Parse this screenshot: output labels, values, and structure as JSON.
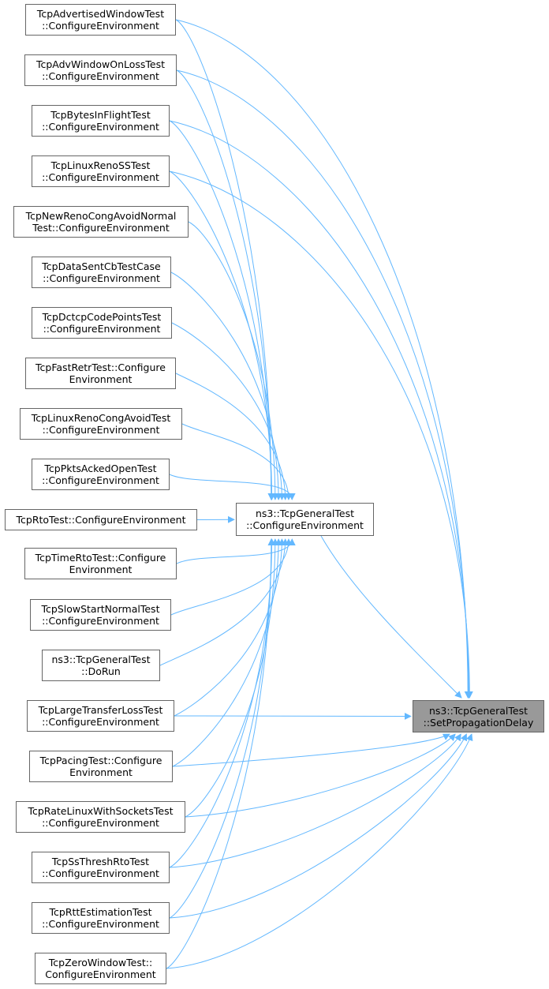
{
  "graph": {
    "target": {
      "id": "target",
      "lines": [
        "ns3::TcpGeneralTest",
        "::SetPropagationDelay"
      ]
    },
    "hub": {
      "id": "hub",
      "lines": [
        "ns3::TcpGeneralTest",
        "::ConfigureEnvironment"
      ]
    },
    "callers": [
      {
        "id": "advwin",
        "lines": [
          "TcpAdvertisedWindowTest",
          "::ConfigureEnvironment"
        ]
      },
      {
        "id": "advloss",
        "lines": [
          "TcpAdvWindowOnLossTest",
          "::ConfigureEnvironment"
        ]
      },
      {
        "id": "bif",
        "lines": [
          "TcpBytesInFlightTest",
          "::ConfigureEnvironment"
        ]
      },
      {
        "id": "lrss",
        "lines": [
          "TcpLinuxRenoSSTest",
          "::ConfigureEnvironment"
        ]
      },
      {
        "id": "nrca",
        "lines": [
          "TcpNewRenoCongAvoidNormal",
          "Test::ConfigureEnvironment"
        ]
      },
      {
        "id": "dsc",
        "lines": [
          "TcpDataSentCbTestCase",
          "::ConfigureEnvironment"
        ]
      },
      {
        "id": "dctcp",
        "lines": [
          "TcpDctcpCodePointsTest",
          "::ConfigureEnvironment"
        ]
      },
      {
        "id": "fastretr",
        "lines": [
          "TcpFastRetrTest::Configure",
          "Environment"
        ]
      },
      {
        "id": "lrca",
        "lines": [
          "TcpLinuxRenoCongAvoidTest",
          "::ConfigureEnvironment"
        ]
      },
      {
        "id": "pkts",
        "lines": [
          "TcpPktsAckedOpenTest",
          "::ConfigureEnvironment"
        ]
      },
      {
        "id": "rto",
        "lines": [
          "TcpRtoTest::ConfigureEnvironment"
        ]
      },
      {
        "id": "timerto",
        "lines": [
          "TcpTimeRtoTest::Configure",
          "Environment"
        ]
      },
      {
        "id": "ssn",
        "lines": [
          "TcpSlowStartNormalTest",
          "::ConfigureEnvironment"
        ]
      },
      {
        "id": "dorun",
        "lines": [
          "ns3::TcpGeneralTest",
          "::DoRun"
        ]
      },
      {
        "id": "ltl",
        "lines": [
          "TcpLargeTransferLossTest",
          "::ConfigureEnvironment"
        ]
      },
      {
        "id": "pacing",
        "lines": [
          "TcpPacingTest::Configure",
          "Environment"
        ]
      },
      {
        "id": "rlws",
        "lines": [
          "TcpRateLinuxWithSocketsTest",
          "::ConfigureEnvironment"
        ]
      },
      {
        "id": "ssthresh",
        "lines": [
          "TcpSsThreshRtoTest",
          "::ConfigureEnvironment"
        ]
      },
      {
        "id": "rtt",
        "lines": [
          "TcpRttEstimationTest",
          "::ConfigureEnvironment"
        ]
      },
      {
        "id": "zw",
        "lines": [
          "TcpZeroWindowTest::",
          "ConfigureEnvironment"
        ]
      }
    ],
    "edges": [
      [
        "advwin",
        "hub"
      ],
      [
        "advloss",
        "hub"
      ],
      [
        "bif",
        "hub"
      ],
      [
        "lrss",
        "hub"
      ],
      [
        "nrca",
        "hub"
      ],
      [
        "dsc",
        "hub"
      ],
      [
        "dctcp",
        "hub"
      ],
      [
        "fastretr",
        "hub"
      ],
      [
        "lrca",
        "hub"
      ],
      [
        "pkts",
        "hub"
      ],
      [
        "rto",
        "hub"
      ],
      [
        "timerto",
        "hub"
      ],
      [
        "ssn",
        "hub"
      ],
      [
        "dorun",
        "hub"
      ],
      [
        "ltl",
        "hub"
      ],
      [
        "pacing",
        "hub"
      ],
      [
        "rlws",
        "hub"
      ],
      [
        "ssthresh",
        "hub"
      ],
      [
        "rtt",
        "hub"
      ],
      [
        "zw",
        "hub"
      ],
      [
        "advwin",
        "target"
      ],
      [
        "advloss",
        "target"
      ],
      [
        "bif",
        "target"
      ],
      [
        "lrss",
        "target"
      ],
      [
        "hub",
        "target"
      ],
      [
        "ltl",
        "target"
      ],
      [
        "pacing",
        "target"
      ],
      [
        "rlws",
        "target"
      ],
      [
        "ssthresh",
        "target"
      ],
      [
        "rtt",
        "target"
      ],
      [
        "zw",
        "target"
      ]
    ],
    "colors": {
      "edge": "#63b8ff",
      "border": "#666666",
      "target_fill": "#999999",
      "node_fill": "#ffffff"
    }
  }
}
